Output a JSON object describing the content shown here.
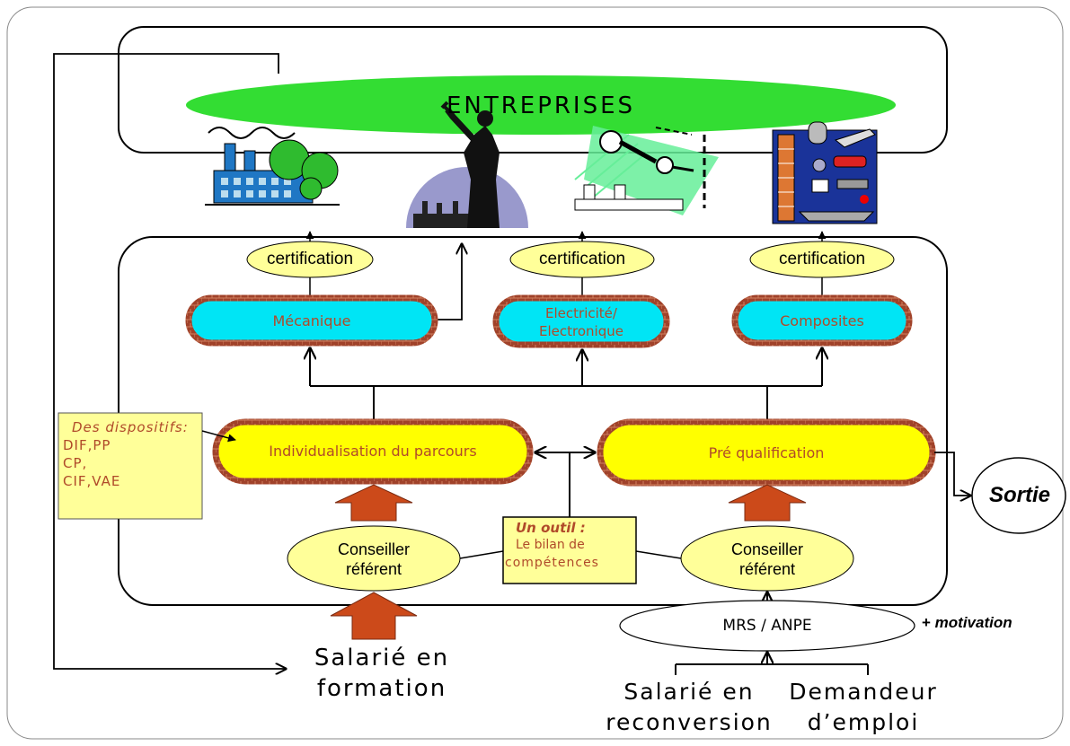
{
  "header": {
    "title": "ENTREPRISES"
  },
  "certifications": [
    "certification",
    "certification",
    "certification"
  ],
  "domains": {
    "mecanique": "Mécanique",
    "electricite": "Electricité/\nElectronique",
    "composites": "Composites"
  },
  "parcours": {
    "individualisation": "Individualisation du parcours",
    "prequalification": "Pré qualification"
  },
  "dispositifs": {
    "title": "Des dispositifs:",
    "lines": [
      "DIF,PP",
      "CP,",
      "CIF,VAE"
    ]
  },
  "outil": {
    "title": "Un outil :",
    "line1": "Le bilan de",
    "line2": "compétences"
  },
  "conseiller": {
    "left": "Conseiller\nréférent",
    "right": "Conseiller\nréférent"
  },
  "sortie": "Sortie",
  "mrs_anpe": "MRS  /  ANPE",
  "motivation": {
    "plus": "+ ",
    "text": "motivation"
  },
  "inputs": {
    "salarie_formation": "Salarié en\nformation",
    "salarie_reconversion": "Salarié en\nreconversion",
    "demandeur": "Demandeur\nd’emploi"
  },
  "colors": {
    "green": "#33dd33",
    "cyan": "#00e5f5",
    "yellow": "#ffff00",
    "pale_yellow": "#ffff99",
    "note_yellow": "#ffff99",
    "brown": "#a0422a",
    "arrow_orange": "#cc4a1a",
    "text_brown": "#b04a2a"
  }
}
